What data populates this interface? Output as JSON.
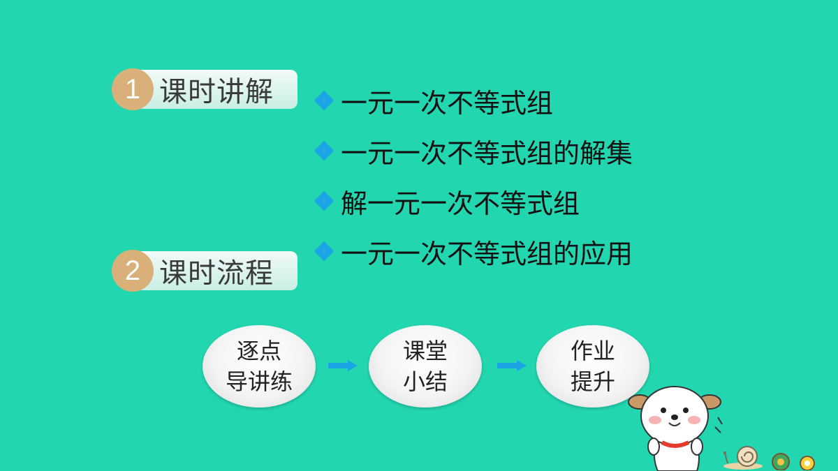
{
  "sections": [
    {
      "number": "1",
      "label": "课时讲解"
    },
    {
      "number": "2",
      "label": "课时流程"
    }
  ],
  "topics": [
    "一元一次不等式组",
    "一元一次不等式组的解集",
    "解一元一次不等式组",
    "一元一次不等式组的应用"
  ],
  "flow": [
    {
      "line1": "逐点",
      "line2": "导讲练"
    },
    {
      "line1": "课堂",
      "line2": "小结"
    },
    {
      "line1": "作业",
      "line2": "提升"
    }
  ],
  "colors": {
    "background": "#22d6b0",
    "bullet": "#1aa4e6",
    "number_badge": "#d9b07a",
    "arrow": "#1aa4e6"
  },
  "icons": [
    "diamond-bullet-icon",
    "right-arrow-icon",
    "puppy-illustration",
    "snail-icon"
  ]
}
